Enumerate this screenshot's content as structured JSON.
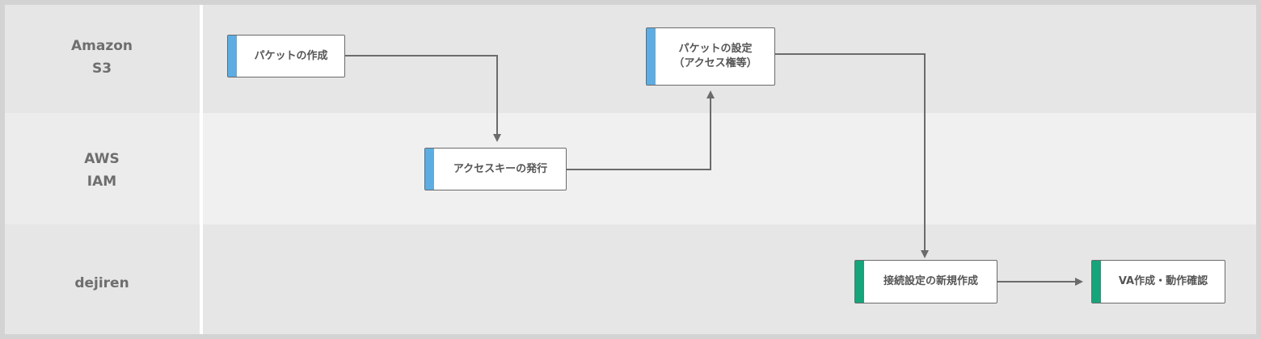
{
  "colors": {
    "aws_accent": "#5dade2",
    "dejiren_accent": "#16a57a",
    "edge": "#6b6b6b"
  },
  "lanes": [
    {
      "label": "Amazon\nS3"
    },
    {
      "label": "AWS\nIAM"
    },
    {
      "label": "dejiren"
    }
  ],
  "nodes": [
    {
      "id": "create-bucket",
      "label": "パケットの作成",
      "lane": "Amazon S3"
    },
    {
      "id": "issue-access-key",
      "label": "アクセスキーの発行",
      "lane": "AWS IAM"
    },
    {
      "id": "bucket-settings",
      "label": "パケットの設定\n（アクセス権等）",
      "lane": "Amazon S3"
    },
    {
      "id": "new-connection",
      "label": "接続設定の新規作成",
      "lane": "dejiren"
    },
    {
      "id": "va-create-verify",
      "label": "VA作成・動作確認",
      "lane": "dejiren"
    }
  ],
  "edges": [
    {
      "from": "create-bucket",
      "to": "issue-access-key"
    },
    {
      "from": "issue-access-key",
      "to": "bucket-settings"
    },
    {
      "from": "bucket-settings",
      "to": "new-connection"
    },
    {
      "from": "new-connection",
      "to": "va-create-verify"
    }
  ]
}
